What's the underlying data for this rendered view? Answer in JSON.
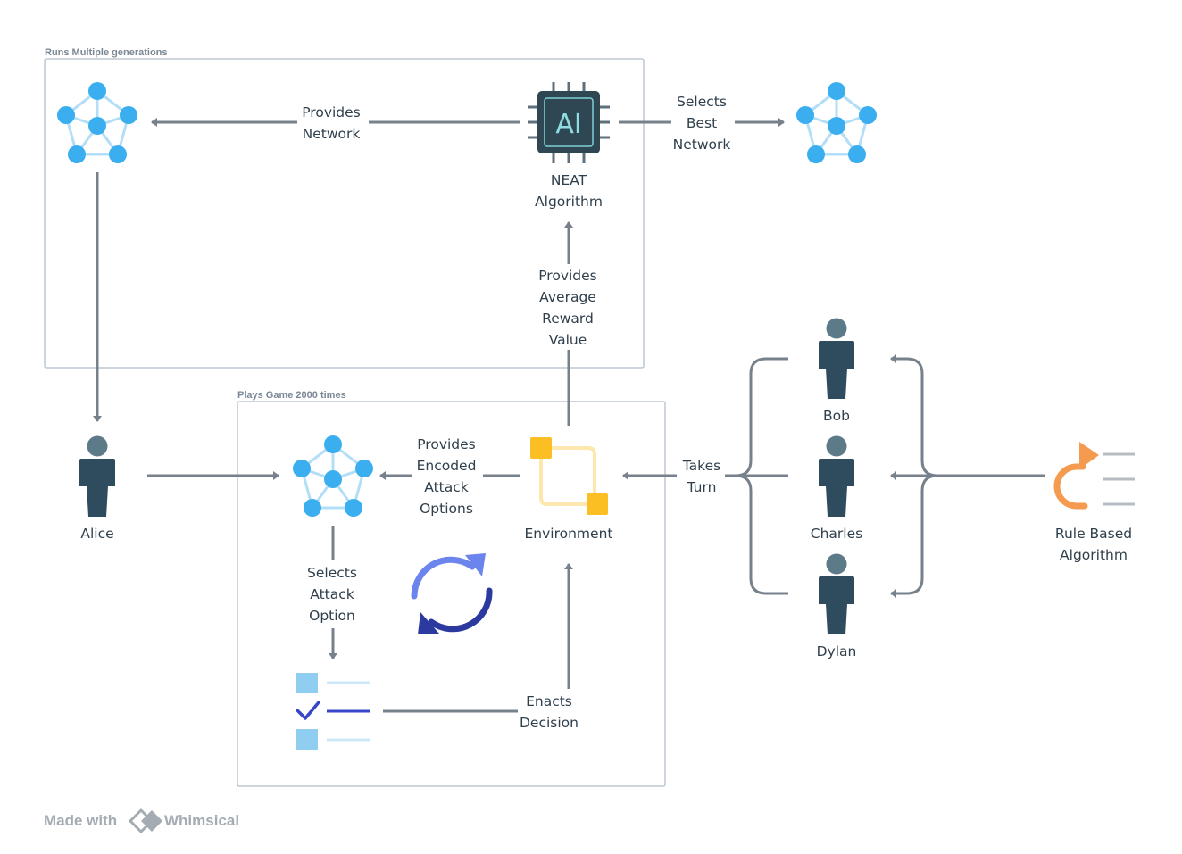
{
  "groups": {
    "generations": {
      "title": "Runs Multiple generations"
    },
    "games": {
      "title": "Plays Game 2000 times"
    }
  },
  "nodes": {
    "neat": {
      "label_1": "NEAT",
      "label_2": "Algorithm",
      "chip_text": "AI",
      "icon": "ai-chip-icon"
    },
    "network_generation": {
      "icon": "neural-network-icon"
    },
    "network_best": {
      "icon": "neural-network-icon"
    },
    "network_game": {
      "icon": "neural-network-icon"
    },
    "alice": {
      "label": "Alice",
      "icon": "person-icon"
    },
    "environment": {
      "label": "Environment",
      "icon": "environment-flow-icon"
    },
    "attack_options_list": {
      "icon": "checklist-icon"
    },
    "bob": {
      "label": "Bob",
      "icon": "person-icon"
    },
    "charles": {
      "label": "Charles",
      "icon": "person-icon"
    },
    "dylan": {
      "label": "Dylan",
      "icon": "person-icon"
    },
    "rule_based": {
      "label_1": "Rule Based",
      "label_2": "Algorithm",
      "icon": "rule-based-icon"
    },
    "cycle": {
      "icon": "refresh-cycle-icon"
    }
  },
  "edges": {
    "provides_network": {
      "line_1": "Provides",
      "line_2": "Network"
    },
    "selects_best_network": {
      "line_1": "Selects",
      "line_2": "Best",
      "line_3": "Network"
    },
    "provides_average_reward": {
      "line_1": "Provides",
      "line_2": "Average",
      "line_3": "Reward",
      "line_4": "Value"
    },
    "provides_encoded_attack": {
      "line_1": "Provides",
      "line_2": "Encoded",
      "line_3": "Attack",
      "line_4": "Options"
    },
    "takes_turn": {
      "line_1": "Takes",
      "line_2": "Turn"
    },
    "selects_attack_option": {
      "line_1": "Selects",
      "line_2": "Attack",
      "line_3": "Option"
    },
    "enacts_decision": {
      "line_1": "Enacts",
      "line_2": "Decision"
    }
  },
  "watermark": {
    "made_with": "Made with",
    "brand": "Whimsical",
    "icon": "whimsical-logo-icon"
  },
  "colors": {
    "line": "#76818c",
    "network_node": "#3aaeef",
    "network_link": "#b3def7",
    "person": "#2f4b5e",
    "person_head": "#5c7a88",
    "chip": "#2f4653",
    "chip_accent": "#7fd0d8",
    "environment_square": "#fbbf24",
    "environment_path": "#fde7ad",
    "checklist_box": "#8fcdf1",
    "checklist_check": "#3946c7",
    "checklist_line": "#cce8f8",
    "rule_arrow": "#f59b4f",
    "cycle_light": "#6b85ec",
    "cycle_dark": "#2c3aa0",
    "watermark": "#a3abb3"
  }
}
